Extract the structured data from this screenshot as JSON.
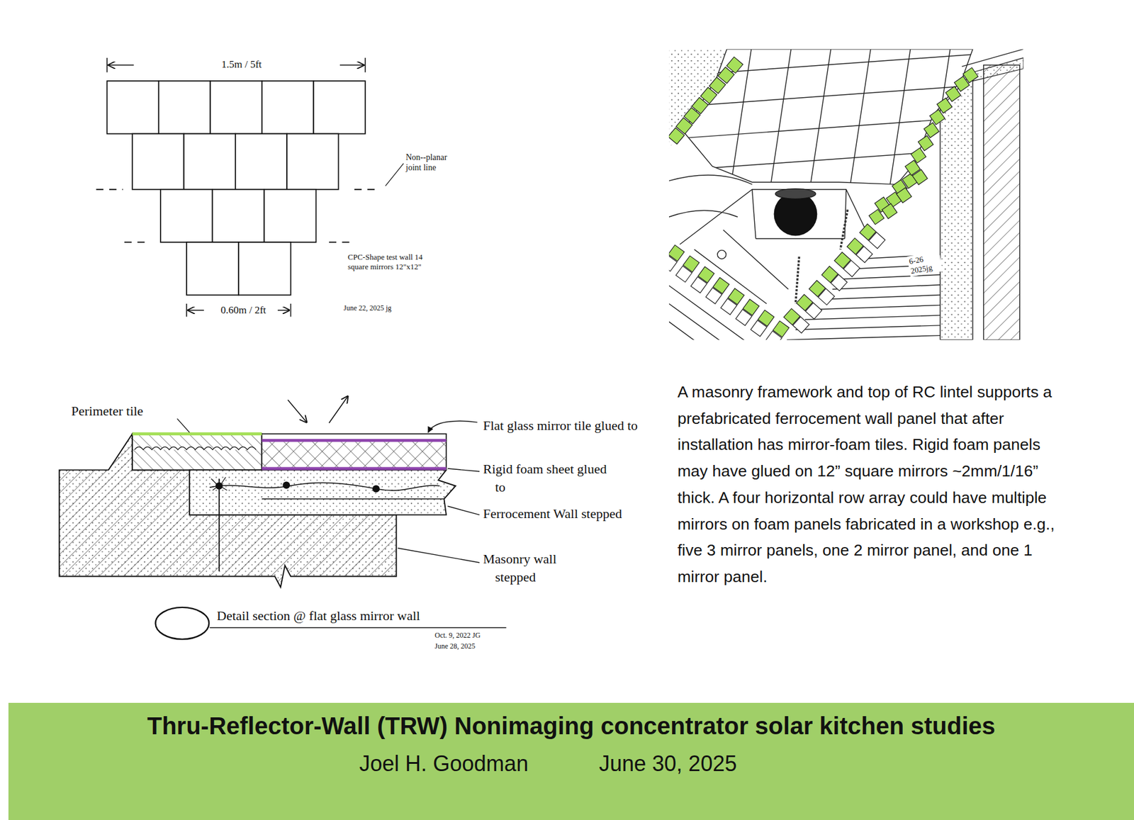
{
  "diagram": {
    "nodes": [
      {
        "text": [
          "Thru-Reflector-Wall (TRW) Nonimaging concentrator solar kitchen studies",
          "Joel H. Goodman",
          "June 30, 2025"
        ]
      }
    ],
    "labels": [
      "1.5m / 5ft",
      "Non--planar joint line",
      "CPC-Shape test wall 14 square mirrors 12\"x12\"",
      "0.60m / 2ft",
      "June 22, 2025 jg",
      "6-26 2025jg",
      "Perimeter tile",
      "Flat glass mirror tile glued to",
      "Rigid foam sheet glued to",
      "Ferrocement Wall stepped",
      "Masonry wall stepped",
      "Detail section @ flat glass mirror wall",
      "Oct. 9, 2022 JG",
      "June 28, 2025",
      "A masonry framework and top of RC lintel supports a prefabricated ferrocement wall panel that after installation has mirror-foam tiles. Rigid foam panels may have glued on 12” square mirrors ~2mm/1/16” thick. A four horizontal row array could have multiple mirrors on foam panels fabricated in a workshop e.g., five 3 mirror panels, one 2 mirror panel, and one 1 mirror panel."
    ]
  }
}
